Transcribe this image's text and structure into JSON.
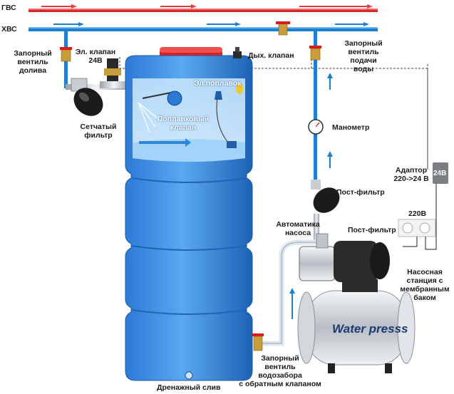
{
  "pipes": {
    "hot_label": "ГВС",
    "cold_label": "ХВС"
  },
  "labels": {
    "fill_valve": "Запорный\nвентиль\nдолива",
    "el_valve": "Эл. клапан\n24В",
    "breather_valve": "Дых. клапан",
    "supply_valve": "Запорный\nвентиль\nподачи\nводы",
    "el_float": "Эл.поплавок",
    "float_valve": "Поплавковый\nклапан",
    "mesh_filter": "Сетчатый\nфильтр",
    "manometer": "Манометр",
    "adapter": "Адаптор\n220->24 В",
    "adapter_badge": "24В",
    "power": "220В",
    "post_filter_1": "Пост-фильтр",
    "post_filter_2": "Пост-фильтр",
    "pump_automation": "Автоматика\nнасоса",
    "pump_station": "Насосная\nстанция с\nмембранным\nбаком",
    "intake_valve": "Запорный\nвентиль\nводозабора\nс обратным клапаном",
    "drain": "Дренажный слив",
    "tank_brand": "Water pres",
    "tank_brand_suffix": "ss"
  },
  "colors": {
    "hot_pipe": "#d62a2a",
    "cold_pipe": "#1d7fd1",
    "tank": "#3f93e8",
    "tank_dark": "#1b63b8",
    "lid": "#e02020",
    "valve_handle": "#d61c1c",
    "pump": "#2b2b2b",
    "steel": "#c9ced3"
  }
}
